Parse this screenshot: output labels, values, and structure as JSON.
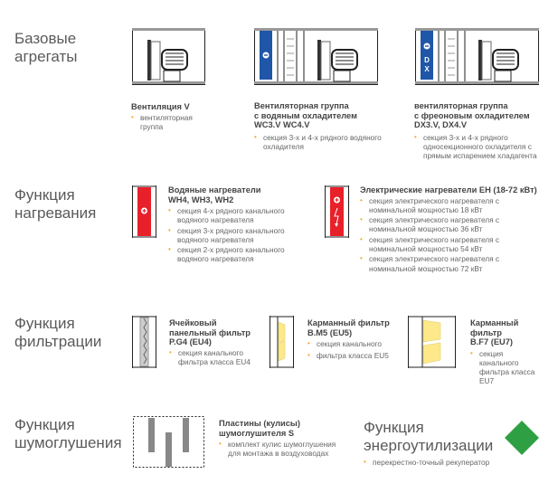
{
  "sections": {
    "base": {
      "heading": [
        "Базовые",
        "агрегаты"
      ]
    },
    "heating": {
      "heading": [
        "Функция",
        "нагревания"
      ]
    },
    "filtration": {
      "heading": [
        "Функция",
        "фильтрации"
      ]
    },
    "noise": {
      "heading": [
        "Функция",
        "шумоглушения"
      ]
    },
    "energy": {
      "heading": [
        "Функция",
        "энергоутилизации"
      ],
      "bullets": [
        "перекрестно-точный рекуператор"
      ]
    }
  },
  "base_items": [
    {
      "title": [
        "Вентиляция V"
      ],
      "bullets": [
        "вентиляторная группа"
      ]
    },
    {
      "title": [
        "Вентиляторная группа",
        "с водяным охладителем",
        "WC3.V WC4.V"
      ],
      "bullets": [
        "секция 3-х и 4-х рядного водяного охладителя"
      ],
      "badge": "⊖"
    },
    {
      "title": [
        "вентиляторная группа",
        "с фреоновым охладителем",
        "DX3.V, DX4.V"
      ],
      "bullets": [
        "секция 3-х и 4-х рядного односекционного охладителя с прямым испарением хладагента"
      ],
      "badge": "⊖",
      "badge2": "DX"
    }
  ],
  "heating_items": [
    {
      "title": [
        "Водяные нагреватели",
        "WH4, WH3, WH2"
      ],
      "bullets": [
        "секция 4-х рядного канального водяного нагревателя",
        "секция 3-х рядного канального водяного нагревателя",
        "секция 2-х рядного канального водяного нагревателя"
      ]
    },
    {
      "title": [
        "Электрические нагреватели ЕН (18-72 кВт)"
      ],
      "bullets": [
        "секция электрического нагревателя с номинальной мощностью 18 кВт",
        "секция электрического нагревателя с номинальной мощностью 36 кВт",
        "секция электрического нагревателя с номинальной мощностью 54 кВт",
        "секция электрического нагревателя с номинальной мощностью 72 кВт"
      ]
    }
  ],
  "filter_items": [
    {
      "title": [
        "Ячейковый",
        "панельный фильтр",
        "P.G4 (EU4)"
      ],
      "bullets": [
        "секция канального фильтра класса EU4"
      ]
    },
    {
      "title": [
        "Карманный фильтр",
        "B.M5 (EU5)"
      ],
      "bullets": [
        "секция канального",
        "фильтра класса EU5"
      ]
    },
    {
      "title": [
        "Карманный",
        "фильтр",
        "B.F7 (EU7)"
      ],
      "bullets": [
        "секция канального фильтра класса EU7"
      ]
    }
  ],
  "noise_items": [
    {
      "title": [
        "Пластины (кулисы)",
        "шумоглушителя S"
      ],
      "bullets": [
        "комплект кулис шумоглушения для монтажа в воздуховодах"
      ]
    }
  ],
  "colors": {
    "accent": "#f5a623",
    "cooler": "#1f56a8",
    "heater": "#e8202a",
    "filter": "#fde98a",
    "energy": "#2ea043"
  }
}
